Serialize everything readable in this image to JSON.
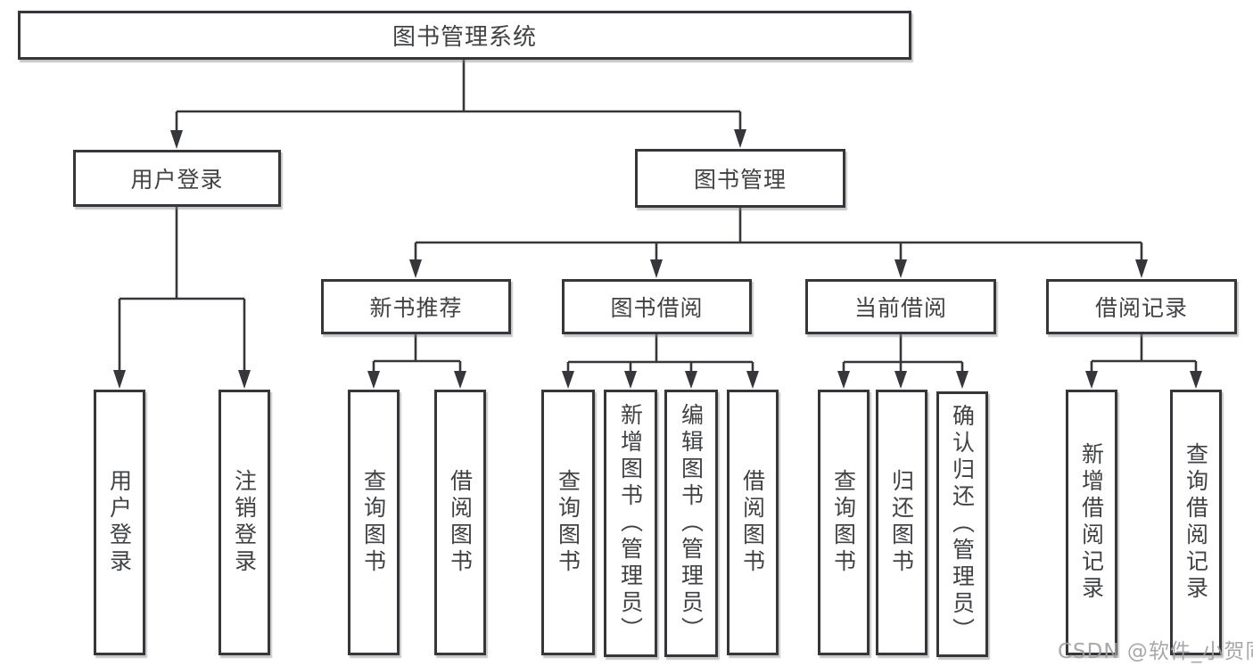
{
  "diagram": {
    "type": "hierarchy-diagram",
    "watermark": "CSDN @软件_小贺同学",
    "colors": {
      "line": "#35373a",
      "box_border": "#35373a",
      "text": "#404244",
      "background": "#ffffff",
      "watermark": "#9e9ea1"
    },
    "tree": {
      "label": "图书管理系统",
      "children": [
        {
          "label": "用户登录",
          "children": [
            {
              "label": "用户登录"
            },
            {
              "label": "注销登录"
            }
          ]
        },
        {
          "label": "图书管理",
          "children": [
            {
              "label": "新书推荐",
              "children": [
                {
                  "label": "查询图书"
                },
                {
                  "label": "借阅图书"
                }
              ]
            },
            {
              "label": "图书借阅",
              "children": [
                {
                  "label": "查询图书"
                },
                {
                  "label": "新增图书（管理员）"
                },
                {
                  "label": "编辑图书（管理员）"
                },
                {
                  "label": "借阅图书"
                }
              ]
            },
            {
              "label": "当前借阅",
              "children": [
                {
                  "label": "查询图书"
                },
                {
                  "label": "归还图书"
                },
                {
                  "label": "确认归还（管理员）"
                }
              ]
            },
            {
              "label": "借阅记录",
              "children": [
                {
                  "label": "新增借阅记录"
                },
                {
                  "label": "查询借阅记录"
                }
              ]
            }
          ]
        }
      ]
    }
  }
}
